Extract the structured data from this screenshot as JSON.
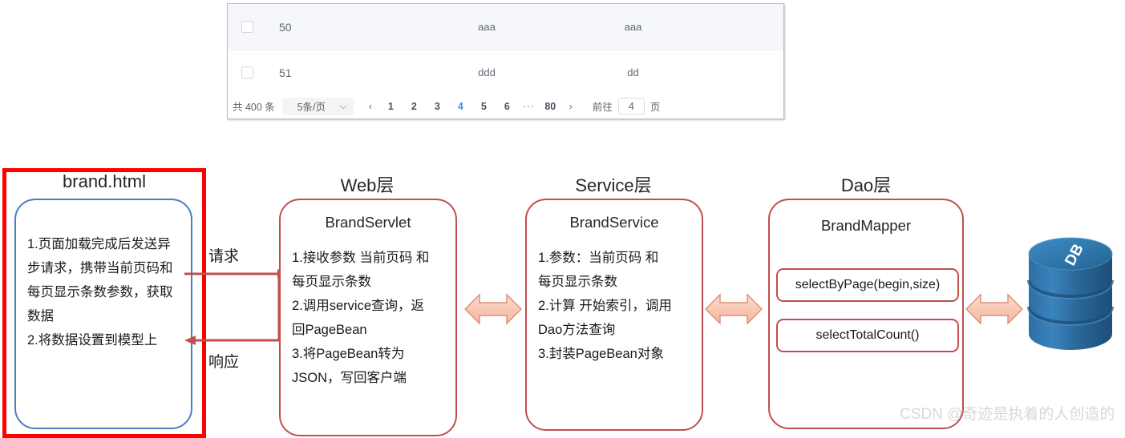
{
  "table": {
    "rows": [
      {
        "id": "50",
        "col2": "aaa",
        "col3": "aaa"
      },
      {
        "id": "51",
        "col2": "ddd",
        "col3": "dd"
      }
    ],
    "pagination": {
      "total_label": "共 400 条",
      "page_size_label": "5条/页",
      "prev_icon": "‹",
      "next_icon": "›",
      "pages": [
        "1",
        "2",
        "3",
        "4",
        "5",
        "6"
      ],
      "ellipsis": "···",
      "last_page": "80",
      "active_page": "4",
      "active_color": "#3d8bfd",
      "jump_label": "前往",
      "jump_value": "4",
      "jump_suffix": "页"
    }
  },
  "diagram": {
    "highlight_color": "#ff0000",
    "layers": [
      {
        "title": "brand.html",
        "node_title": "",
        "border_color": "#4a7ebb",
        "lines": [
          "1.页面加载完成后发送异",
          "步请求，携带当前页码和",
          "每页显示条数参数，获取",
          "数据",
          "2.将数据设置到模型上"
        ]
      },
      {
        "title": "Web层",
        "node_title": "BrandServlet",
        "border_color": "#c0504d",
        "lines": [
          "1.接收参数 当前页码 和",
          "每页显示条数",
          "2.调用service查询，返",
          "回PageBean",
          "3.将PageBean转为",
          "JSON，写回客户端"
        ]
      },
      {
        "title": "Service层",
        "node_title": "BrandService",
        "border_color": "#c0504d",
        "lines": [
          "1.参数：当前页码 和",
          "每页显示条数",
          "2.计算 开始索引，调用",
          "Dao方法查询",
          "3.封装PageBean对象"
        ]
      },
      {
        "title": "Dao层",
        "node_title": "BrandMapper",
        "border_color": "#c0504d",
        "methods": [
          "selectByPage(begin,size)",
          "selectTotalCount()"
        ]
      }
    ],
    "flow_labels": {
      "request": "请求",
      "response": "响应"
    },
    "database": {
      "label": "DB",
      "color": "#2c6ca3"
    },
    "arrow_fill": "#f8c4b4",
    "arrow_stroke": "#c0504d"
  },
  "watermark": "CSDN @奇迹是执着的人创造的"
}
